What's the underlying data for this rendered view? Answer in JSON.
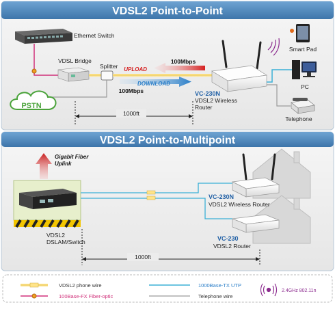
{
  "header1": "VDSL2 Point-to-Point",
  "header2": "VDSL2 Point-to-Multipoint",
  "p2p": {
    "ethernet_switch": "Ethernet Switch",
    "vdsl_bridge": "VDSL Bridge",
    "splitter": "Splitter",
    "pstn": "PSTN",
    "upload": "UPLOAD",
    "upload_speed": "100Mbps",
    "download": "DOWNLOAD",
    "download_speed": "100Mbps",
    "router_model": "VC-230N",
    "router_desc1": "VDSL2 Wireless",
    "router_desc2": "Router",
    "smart_pad": "Smart Pad",
    "pc": "PC",
    "telephone": "Telephone",
    "distance": "1000ft"
  },
  "p2mp": {
    "uplink1": "Gigabit Fiber",
    "uplink2": "Uplink",
    "dslam1": "VDSL2",
    "dslam2": "DSLAM/Switch",
    "router1_model": "VC-230N",
    "router1_desc": "VDSL2 Wireless Router",
    "router2_model": "VC-230",
    "router2_desc": "VDSL2 Router",
    "distance": "1000ft"
  },
  "legend": {
    "vdsl_phone_wire": "VDSL2 phone wire",
    "fiber_optic": "100Base-FX Fiber-optic",
    "utp": "1000Base-TX UTP",
    "telephone_wire": "Telephone wire",
    "wireless": "2.4GHz 802.11n"
  },
  "colors": {
    "header_bg": "#4c83b5",
    "panel_bg": "#ececec",
    "phone_wire": "#ffe48a",
    "fiber": "#d0307a",
    "utp": "#3bb0d6",
    "telephone_wire": "#9a9a9a",
    "upload": "#d52020",
    "download": "#2a7ec8",
    "model_text": "#1f5fa5",
    "pstn": "#4aa33a"
  }
}
